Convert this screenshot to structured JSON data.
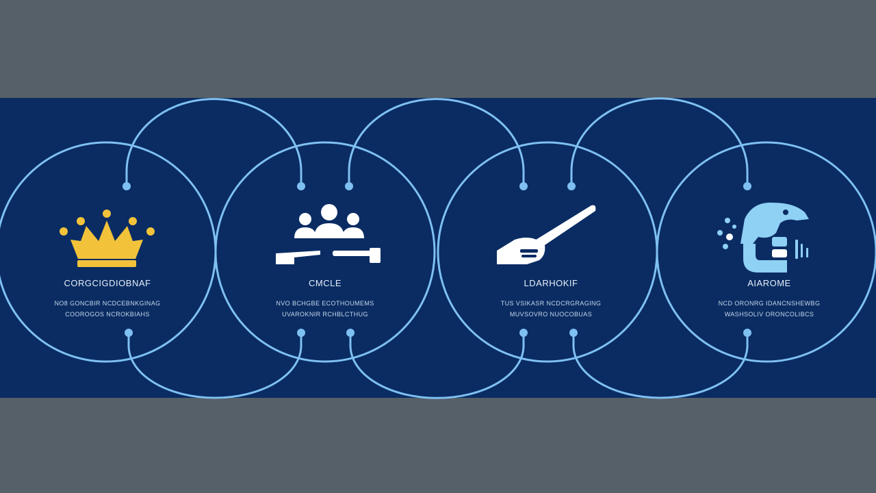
{
  "colors": {
    "page_background": "#566068",
    "band_background": "#0a2c63",
    "ring_stroke": "#7fc0f2",
    "crown": "#f2c33a",
    "icon_white": "#ffffff",
    "icon_light_blue": "#8fd0f5"
  },
  "stages": [
    {
      "icon": "crown-icon",
      "title": "CORGCIGDIOBNAF",
      "desc_line1": "NO8 GONCBIR NCDCEBNKGINAG",
      "desc_line2": "COOROGOS NCROKBIAHS"
    },
    {
      "icon": "people-hammer-icon",
      "title": "CMCLE",
      "desc_line1": "NVO BCHGBE ECOTHOUMEMS",
      "desc_line2": "UVAROKNIR RCHBLCTHUG"
    },
    {
      "icon": "hand-baton-icon",
      "title": "LDARHOKIF",
      "desc_line1": "TUS VSIKASR NCDCRGRAGING",
      "desc_line2": "MUVSOVRO NUOCOBUAS"
    },
    {
      "icon": "chameleon-magnet-icon",
      "title": "AIAROME",
      "desc_line1": "NCD ORONRG IDANCNSHEWBG",
      "desc_line2": "WASHSOLIV ORONCOLIBCS"
    }
  ]
}
